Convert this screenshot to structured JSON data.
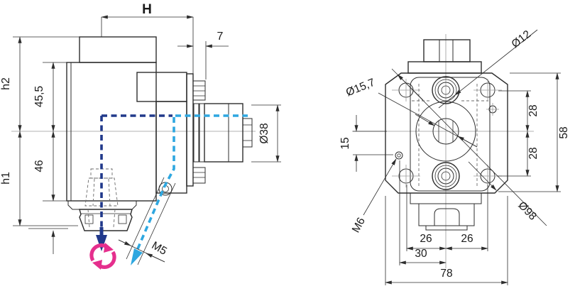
{
  "title": "Driven tool holder technical drawing, two views",
  "colors": {
    "background": "#ffffff",
    "outline": "#2d2d2d",
    "centerline": "#9a9a9a",
    "hidden_line": "#6b6b6b",
    "spindle_axis_navy": "#21398b",
    "coolant_cyan": "#2ea7e0",
    "rotation_pink": "#e52f8d"
  },
  "views": {
    "side_view": {
      "name": "side view",
      "dims": {
        "H": "H",
        "seven": "7",
        "h2": "h2",
        "h1": "h1",
        "d455": "45,5",
        "d46": "46",
        "d38": "Ø38",
        "m5": "M5"
      },
      "symbols": {
        "rotation_icon": "rotation-direction",
        "spindle_axis_arrow": "tool-spindle-axis",
        "coolant_arrow": "coolant-outlet-m5"
      }
    },
    "front_view": {
      "name": "front view",
      "dims": {
        "d12": "Ø12",
        "d157": "Ø15,7",
        "d15": "15",
        "m6": "M6",
        "d28a": "28",
        "d28b": "28",
        "d58": "58",
        "d98": "Ø98",
        "d26a": "26",
        "d26b": "26",
        "d30": "30",
        "d78": "78"
      }
    }
  }
}
